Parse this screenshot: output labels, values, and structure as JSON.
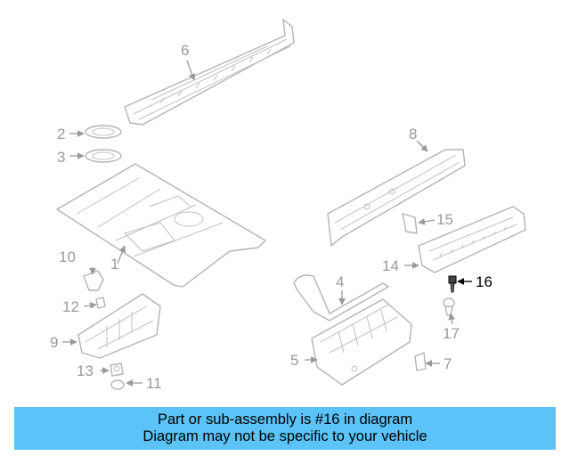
{
  "diagram": {
    "highlighted_part": "16",
    "colors": {
      "line": "#b4b4b4",
      "label": "#9a9a9a",
      "highlight": "#000000"
    },
    "callouts": [
      "1",
      "2",
      "3",
      "4",
      "5",
      "6",
      "7",
      "8",
      "9",
      "10",
      "11",
      "12",
      "13",
      "14",
      "15",
      "16",
      "17"
    ]
  },
  "banner": {
    "line1": "Part or sub-assembly is #16 in diagram",
    "line2": "Diagram may not be specific to your vehicle",
    "color": "#5bc3f7"
  }
}
